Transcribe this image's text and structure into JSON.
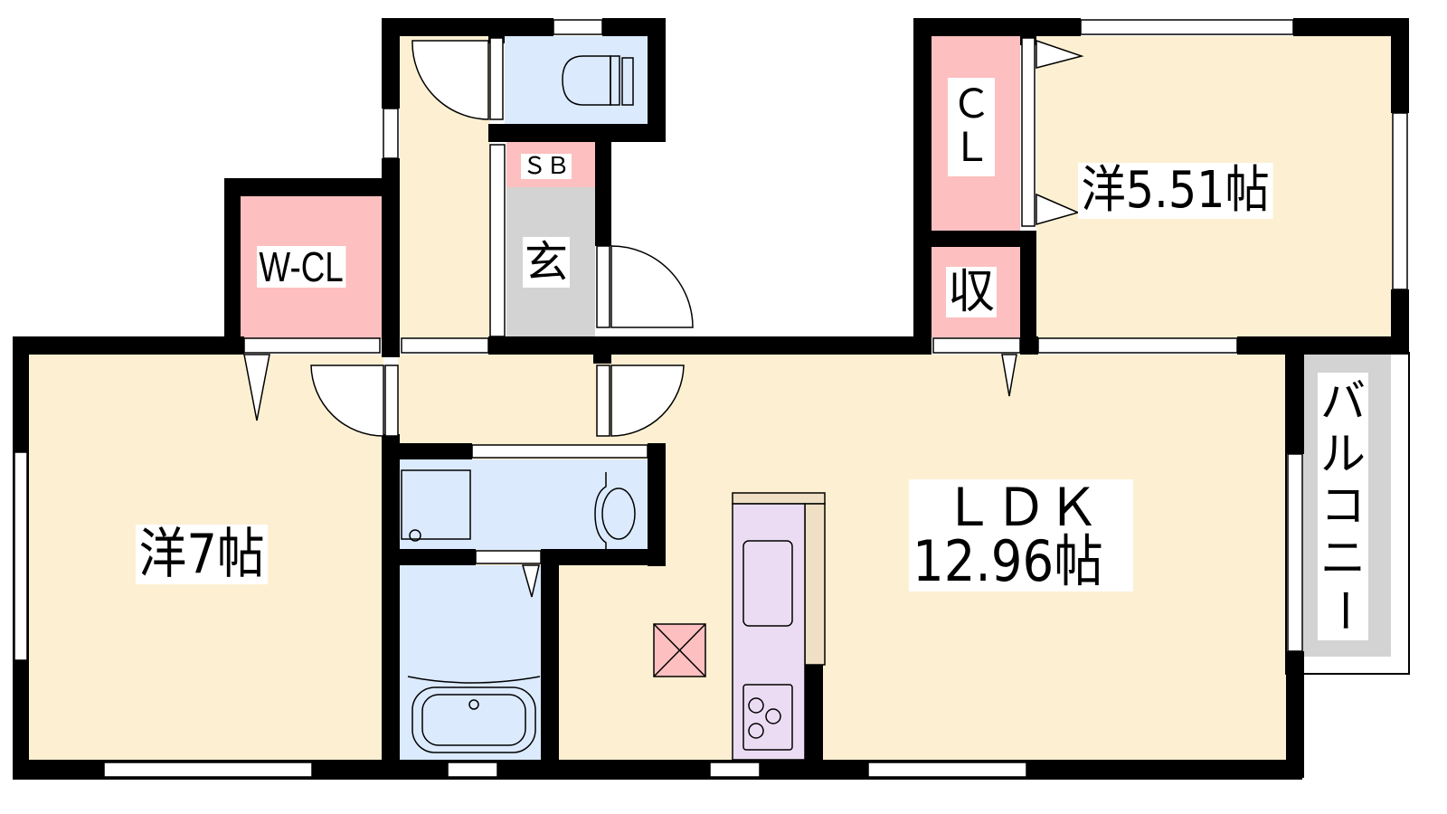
{
  "rooms": {
    "western_7": {
      "name": "洋7帖"
    },
    "western_551": {
      "name": "洋5.51帖"
    },
    "ldk": {
      "name": "ＬＤＫ",
      "size": "12.96帖"
    },
    "walk_in_closet": {
      "name": "W-CL"
    },
    "closet": {
      "name_line1": "Ｃ",
      "name_line2": "Ｌ"
    },
    "storage": {
      "name": "収"
    },
    "shoe_box": {
      "name": "ＳＢ"
    },
    "entrance": {
      "name": "玄"
    },
    "balcony": {
      "name_chars": [
        "バ",
        "ル",
        "コ",
        "ニ",
        "ー"
      ]
    }
  },
  "colors": {
    "room": "#fdf0d2",
    "closet": "#fdbfbf",
    "wet": "#dbeafd",
    "entrance": "#d3d3d3",
    "kitchen": "#ebdcf3",
    "counter": "#efdfc4",
    "wall": "#000000"
  }
}
